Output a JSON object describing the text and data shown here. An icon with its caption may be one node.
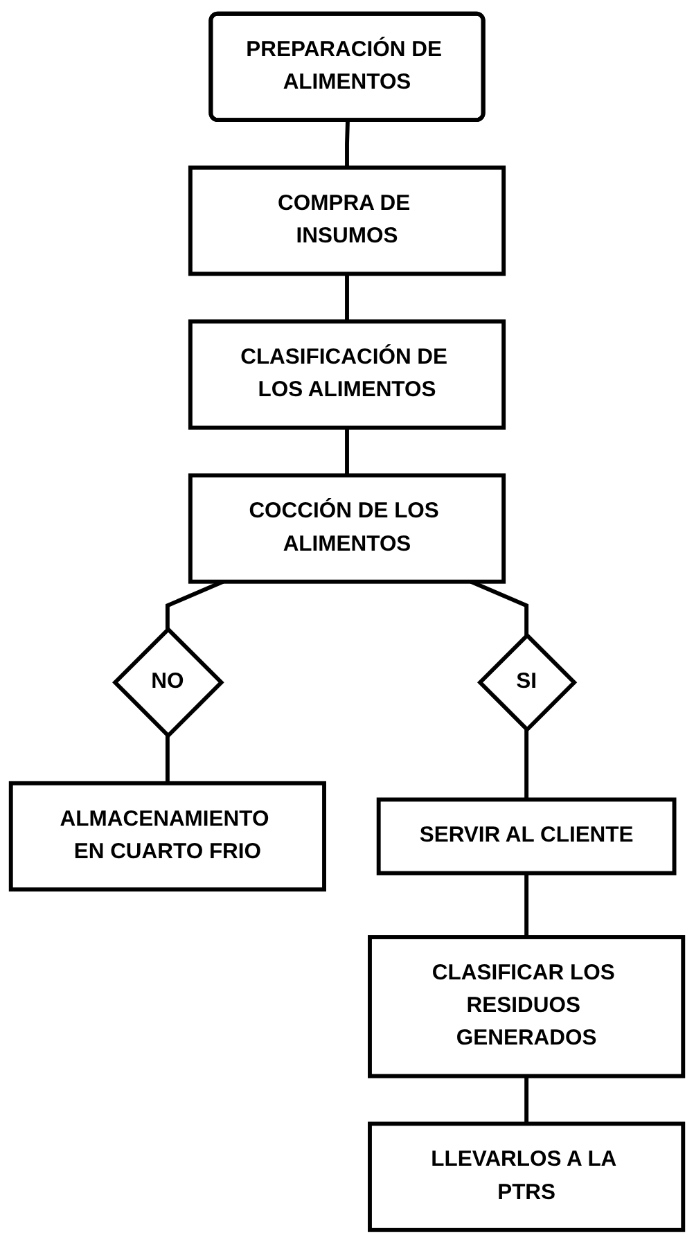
{
  "diagram": {
    "nodes": [
      {
        "text": [
          "PREPARACIÓN DE ALIMENTOS"
        ]
      },
      {
        "text": [
          "COMPRA DE INSUMOS"
        ]
      },
      {
        "text": [
          "CLASIFICACIÓN DE LOS ALIMENTOS"
        ]
      },
      {
        "text": [
          "COCCIÓN DE LOS ALIMENTOS"
        ]
      },
      {
        "text": [
          "NO"
        ]
      },
      {
        "text": [
          "SI"
        ]
      },
      {
        "text": [
          "ALMACENAMIENTO EN CUARTO FRIO"
        ]
      },
      {
        "text": [
          "SERVIR AL CLIENTE"
        ]
      },
      {
        "text": [
          "CLASIFICAR LOS RESIDUOS GENERADOS"
        ]
      },
      {
        "text": [
          "LLEVARLOS A LA PTRS"
        ]
      }
    ],
    "edges": [
      {
        "from": 0,
        "to": 1,
        "arrow": "none"
      },
      {
        "from": 1,
        "to": 2,
        "arrow": "none"
      },
      {
        "from": 2,
        "to": 3,
        "arrow": "none"
      },
      {
        "from": 3,
        "to": 4,
        "arrow": "none"
      },
      {
        "from": 4,
        "to": 6,
        "arrow": "none"
      },
      {
        "from": 3,
        "to": 5,
        "arrow": "none"
      },
      {
        "from": 5,
        "to": 7,
        "arrow": "none"
      },
      {
        "from": 7,
        "to": 8,
        "arrow": "none"
      },
      {
        "from": 8,
        "to": 9,
        "arrow": "none"
      }
    ]
  }
}
